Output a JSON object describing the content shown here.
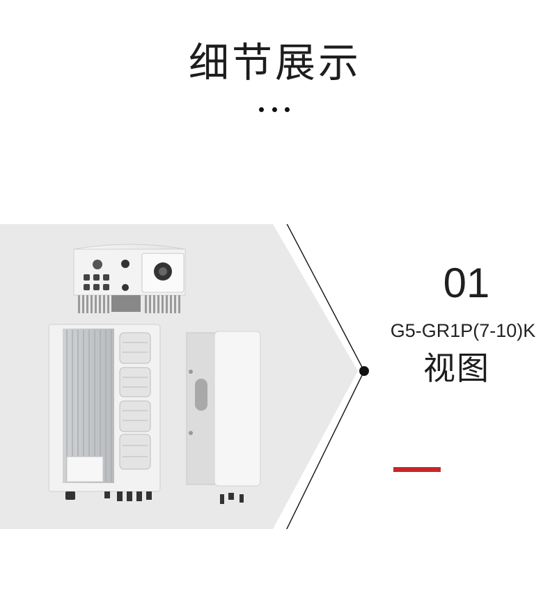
{
  "page": {
    "title": "细节展示",
    "number": "01",
    "model": "G5-GR1P(7-10)K",
    "view_label": "视图"
  },
  "colors": {
    "accent": "#c8262a",
    "panel": "#e9e9e9",
    "text": "#1d1d1d"
  },
  "icons": {
    "divider": "three-dots-icon",
    "arrow": "chevron-right-line-icon"
  }
}
